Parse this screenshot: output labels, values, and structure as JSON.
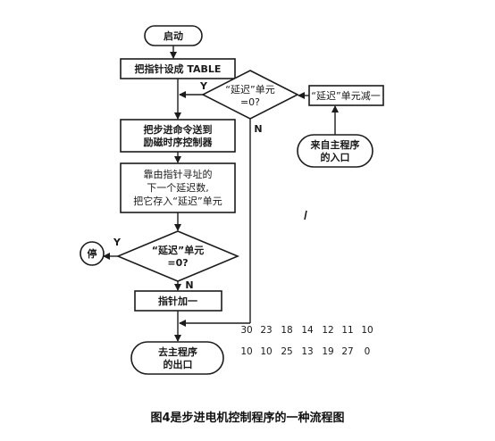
{
  "diagram": {
    "start_label": "启动",
    "set_pointer": "把指针设成 TABLE",
    "send_step_1": "把步进命令送到",
    "send_step_2": "励磁时序控制器",
    "take_next_1": "靠由指针寻址的",
    "take_next_2": "下一个延迟数,",
    "take_next_3": "把它存入“延迟”单元",
    "decision_top_1": "“延迟”单元",
    "decision_top_2": "=0?",
    "decision_bottom_1": "“延迟”单元",
    "decision_bottom_2": "=0?",
    "decrement": "“延迟”单元减一",
    "entry_1": "来自主程序",
    "entry_2": "的入口",
    "yes_top": "Y",
    "no_top": "N",
    "yes_bottom": "Y",
    "no_bottom": "N",
    "pointer_inc": "指针加一",
    "exit_1": "去主程序",
    "exit_2": "的出口",
    "connector": "停",
    "table_row1": [
      "30",
      "23",
      "18",
      "14",
      "12",
      "11",
      "10"
    ],
    "table_row2": [
      "10",
      "10",
      "25",
      "13",
      "19",
      "27",
      "0"
    ]
  },
  "caption": "图4是步进电机控制程序的一种流程图"
}
